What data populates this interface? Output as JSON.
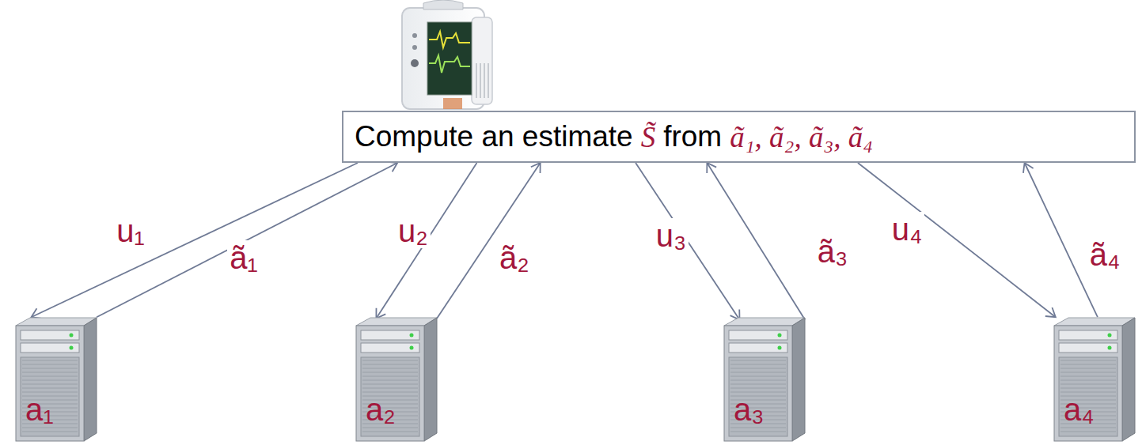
{
  "diagram": {
    "nodes": [
      {
        "text": [
          "Compute an estimate",
          "S̃",
          "from",
          "ã₁, ã₂, ã₃, ã₄"
        ]
      },
      {
        "text": [
          "a₁"
        ]
      },
      {
        "text": [
          "a₂"
        ]
      },
      {
        "text": [
          "a₃"
        ]
      },
      {
        "text": [
          "a₄"
        ]
      }
    ],
    "edges": [
      {
        "from": 0,
        "to": 1,
        "label": "u₁",
        "arrow": "to"
      },
      {
        "from": 1,
        "to": 0,
        "label": "ã₁",
        "arrow": "to"
      },
      {
        "from": 0,
        "to": 2,
        "label": "u₂",
        "arrow": "to"
      },
      {
        "from": 2,
        "to": 0,
        "label": "ã₂",
        "arrow": "to"
      },
      {
        "from": 0,
        "to": 3,
        "label": "u₃",
        "arrow": "to"
      },
      {
        "from": 3,
        "to": 0,
        "label": "ã₃",
        "arrow": "to"
      },
      {
        "from": 0,
        "to": 4,
        "label": "u₄",
        "arrow": "to"
      },
      {
        "from": 4,
        "to": 0,
        "label": "ã₄",
        "arrow": "to"
      }
    ]
  }
}
